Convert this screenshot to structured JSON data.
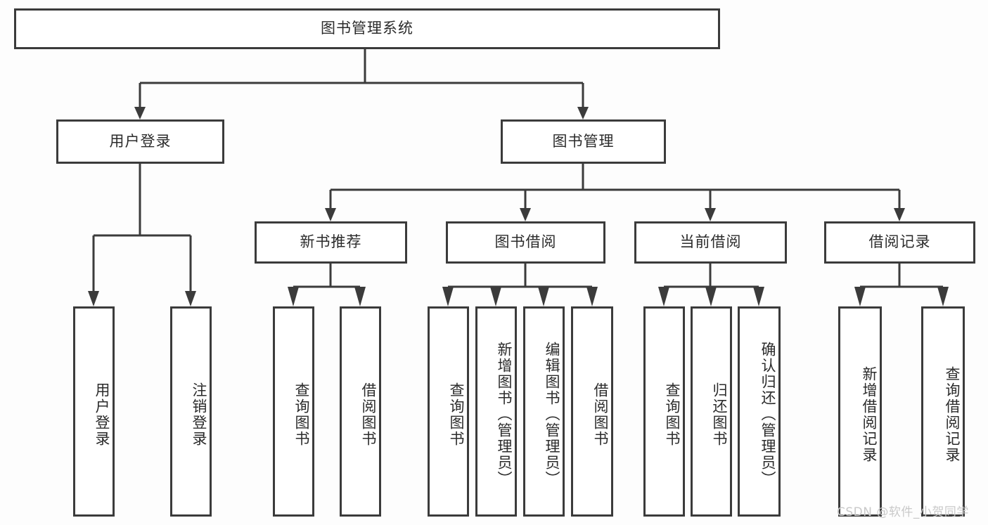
{
  "diagram": {
    "title": "图书管理系统",
    "watermark": "CSDN @软件_小贺同学",
    "colors": {
      "border": "#3b3b3b",
      "box_fill": "#ffffff",
      "background": "#fdfdfd",
      "text": "#2b2b2b",
      "watermark": "#c9c9c9"
    },
    "root": {
      "label": "图书管理系统"
    },
    "level2": [
      {
        "label": "用户登录"
      },
      {
        "label": "图书管理"
      }
    ],
    "level3": [
      {
        "label": "新书推荐"
      },
      {
        "label": "图书借阅"
      },
      {
        "label": "当前借阅"
      },
      {
        "label": "借阅记录"
      }
    ],
    "leaves": {
      "user_login": [
        {
          "label": "用户登录"
        },
        {
          "label": "注销登录"
        }
      ],
      "new_book_recommend": [
        {
          "label": "查询图书"
        },
        {
          "label": "借阅图书"
        }
      ],
      "book_borrow": [
        {
          "label": "查询图书"
        },
        {
          "label": "新增图书（管理员）"
        },
        {
          "label": "编辑图书（管理员）"
        },
        {
          "label": "借阅图书"
        }
      ],
      "current_borrow": [
        {
          "label": "查询图书"
        },
        {
          "label": "归还图书"
        },
        {
          "label": "确认归还（管理员）"
        }
      ],
      "borrow_record": [
        {
          "label": "新增借阅记录"
        },
        {
          "label": "查询借阅记录"
        }
      ]
    }
  }
}
